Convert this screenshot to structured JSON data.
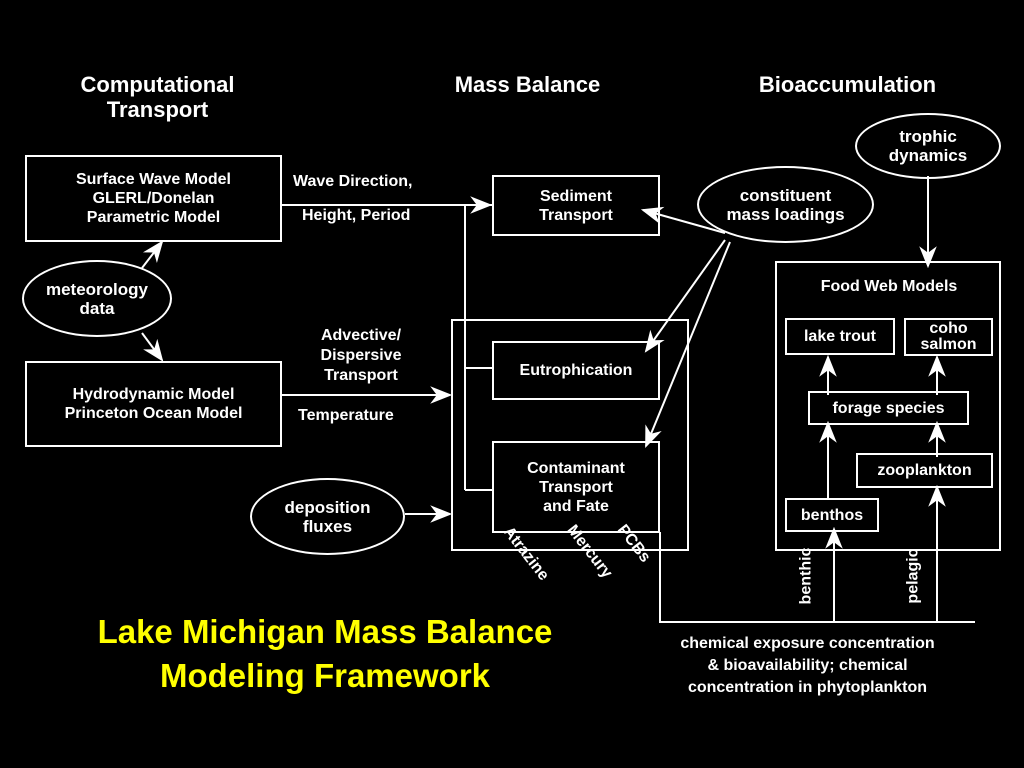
{
  "headers": {
    "computational_transport": "Computational\nTransport",
    "mass_balance": "Mass Balance",
    "bioaccumulation": "Bioaccumulation"
  },
  "boxes": {
    "surface_wave": [
      "Surface Wave Model",
      "GLERL/Donelan",
      "Parametric Model"
    ],
    "hydrodynamic": [
      "Hydrodynamic Model",
      "Princeton Ocean Model"
    ],
    "sediment_transport": [
      "Sediment",
      "Transport"
    ],
    "eutrophication": [
      "Eutrophication"
    ],
    "contaminant": [
      "Contaminant",
      "Transport",
      "and Fate"
    ],
    "food_web_title": "Food Web Models",
    "lake_trout": "lake trout",
    "coho_salmon": [
      "coho",
      "salmon"
    ],
    "forage_species": "forage species",
    "zooplankton": "zooplankton",
    "benthos": "benthos"
  },
  "ovals": {
    "meteorology": [
      "meteorology",
      "data"
    ],
    "deposition": [
      "deposition",
      "fluxes"
    ],
    "constituent": [
      "constituent",
      "mass loadings"
    ],
    "trophic": [
      "trophic",
      "dynamics"
    ]
  },
  "labels": {
    "wave_direction": "Wave Direction,",
    "height_period": "Height, Period",
    "advective": [
      "Advective/",
      "Dispersive",
      "Transport"
    ],
    "temperature": "Temperature",
    "atrazine": "Atrazine",
    "mercury": "Mercury",
    "pcbs": "PCBs",
    "benthic": "benthic",
    "pelagic": "pelagic",
    "exposure": [
      "chemical exposure concentration",
      "& bioavailability; chemical",
      "concentration in phytoplankton"
    ]
  },
  "title": [
    "Lake Michigan Mass Balance",
    "Modeling Framework"
  ],
  "colors": {
    "background": "#000000",
    "foreground": "#ffffff",
    "title": "#ffff00"
  }
}
